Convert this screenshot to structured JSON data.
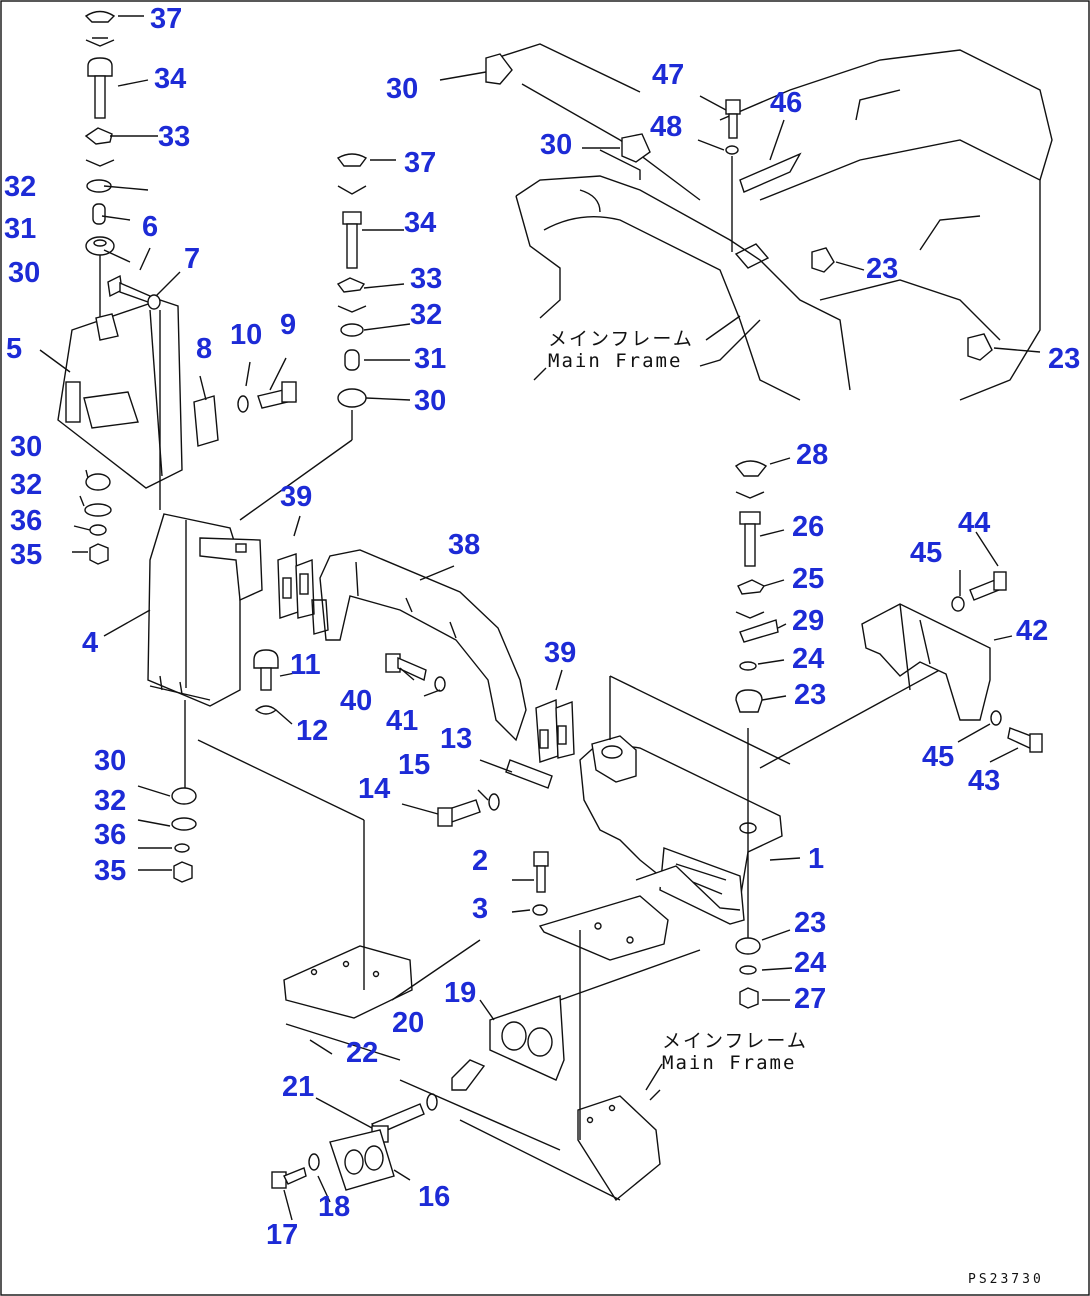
{
  "diagram": {
    "drawing_code": "PS23730",
    "frame_labels": [
      {
        "jp": "メインフレーム",
        "en": "Main Frame"
      },
      {
        "jp": "メインフレーム",
        "en": "Main Frame"
      }
    ],
    "callouts": [
      "37",
      "34",
      "33",
      "32",
      "31",
      "30",
      "6",
      "7",
      "5",
      "8",
      "10",
      "9",
      "30",
      "32",
      "36",
      "35",
      "4",
      "37",
      "34",
      "33",
      "32",
      "31",
      "30",
      "39",
      "38",
      "11",
      "12",
      "40",
      "41",
      "30",
      "32",
      "36",
      "35",
      "39",
      "13",
      "15",
      "14",
      "2",
      "3",
      "19",
      "20",
      "22",
      "21",
      "17",
      "18",
      "16",
      "30",
      "30",
      "47",
      "48",
      "46",
      "23",
      "23",
      "28",
      "26",
      "25",
      "29",
      "24",
      "23",
      "45",
      "44",
      "42",
      "45",
      "43",
      "1",
      "23",
      "24",
      "27"
    ]
  }
}
